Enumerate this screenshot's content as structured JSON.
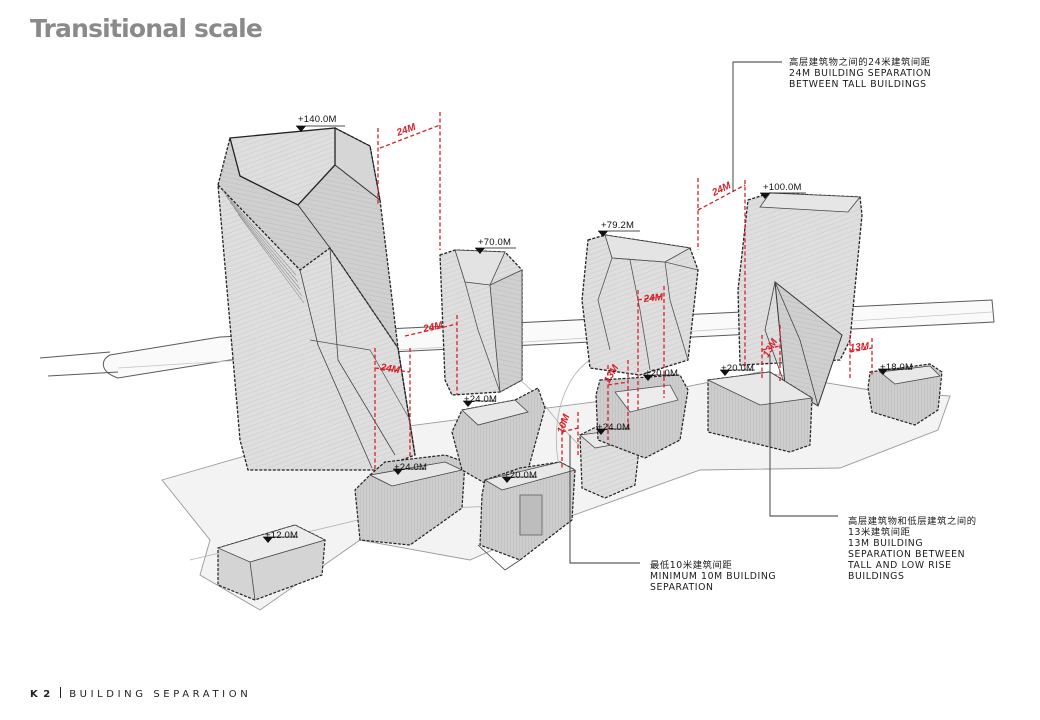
{
  "title": "Transitional scale",
  "footer": {
    "code": "K 2",
    "section": "BUILDING SEPARATION"
  },
  "heights": {
    "t140": "+140.0M",
    "t70": "+70.0M",
    "t79": "+79.2M",
    "t100": "+100.0M",
    "p24a": "+24.0M",
    "p24b": "+24.0M",
    "p24c": "+24.0M",
    "p20a": "+20.0M",
    "p20b": "+20.0M",
    "p20c": "+20.0M",
    "p18": "+18.0M",
    "p12": "+12.0M"
  },
  "separations": {
    "s24a": "24M",
    "s24b": "24M",
    "s24c": "24M",
    "s24d": "24M",
    "s24e": "24M",
    "s13a": "13M",
    "s13b": "13M",
    "s13c": "13M",
    "s10": "10M"
  },
  "notes": {
    "tall": {
      "cn": "高层建筑物之间的24米建筑间距",
      "l1": "24M BUILDING SEPARATION",
      "l2": "BETWEEN TALL BUILDINGS"
    },
    "low": {
      "cn": "高层建筑物和低层建筑之间的",
      "cn2": "13米建筑间距",
      "l1": "13M BUILDING",
      "l2": "SEPARATION BETWEEN",
      "l3": "TALL AND LOW RISE",
      "l4": "BUILDINGS"
    },
    "min": {
      "cn": "最低10米建筑间距",
      "l1": "MINIMUM 10M BUILDING",
      "l2": "SEPARATION"
    }
  }
}
